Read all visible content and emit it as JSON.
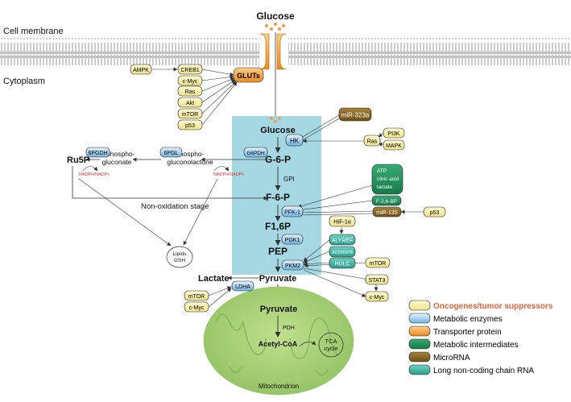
{
  "labels": {
    "glucose_top": "Glucose",
    "cell_membrane": "Cell membrane",
    "cytoplasm": "Cytoplasm",
    "glucose_cyt": "Glucose",
    "g6p": "G-6-P",
    "gpi": "GPI",
    "f6p": "F-6-P",
    "f16p": "F1,6P",
    "pep": "PEP",
    "pyruvate_cyt": "Pyruvate",
    "lactate": "Lactate",
    "pyruvate_mito": "Pyruvate",
    "pdh": "PDH",
    "acetyl_coa": "Acetyl-CoA",
    "tca_line1": "TCA",
    "tca_line2": "cycle",
    "mitochondrion": "Mitochondrion",
    "ru5p": "Ru5P",
    "phosphogluconate_1": "6-phospho-",
    "phosphogluconate_2": "gluconate",
    "phosphogluconolactone_1": "6-phospho-",
    "phosphogluconolactone_2": "gluconolactone",
    "non_oxidation_stage": "Non-oxidation stage",
    "lipids": "Lipids",
    "gsh": "GSH",
    "nadph_1": "NADPH",
    "nadp_1": "NADP+",
    "nadph_2": "NADPH",
    "nadp_2": "NADP+"
  },
  "oncogenes": [
    "AMPK",
    "CREB1",
    "c-Myc",
    "Ras",
    "Akt",
    "mTOR",
    "p53",
    "PI3K",
    "Ras",
    "MAPK",
    "p53",
    "HIF-1α",
    "mTOR",
    "STAT3",
    "mTOR",
    "c-Myc",
    "c-Myc"
  ],
  "enzymes": [
    "HK",
    "G6PDH",
    "6PGL",
    "6PGDH",
    "PFK-1",
    "PGK1",
    "PKM2",
    "LDHA"
  ],
  "transporter": "GLUTs",
  "intermediates": {
    "atp_box": [
      "ATP",
      "citric acid",
      "lactate"
    ],
    "f26bp": "F-2,6-BP"
  },
  "micrornas": [
    "miR-323a",
    "miR-135"
  ],
  "lncrnas": [
    "ALYREF",
    "AC020978",
    "HULC"
  ],
  "legend": [
    {
      "label": "Oncogenes/tumor suppressors",
      "color": "#f7f0a3"
    },
    {
      "label": "Metabolic enzymes",
      "color": "#a9d3ee"
    },
    {
      "label": "Transporter protein",
      "color": "#f39b32"
    },
    {
      "label": "Metabolic intermediates",
      "color": "#1f8f5d"
    },
    {
      "label": "MicroRNA",
      "color": "#8a6a2a"
    },
    {
      "label": "Long non-coding chain RNA",
      "color": "#3fb7a6"
    }
  ],
  "colors": {
    "pathway_panel": "#a6d8e4",
    "mitochondrion_fill": "#a9cf7c",
    "legend_title": "#e2623a",
    "nadp": "#d8322d"
  }
}
